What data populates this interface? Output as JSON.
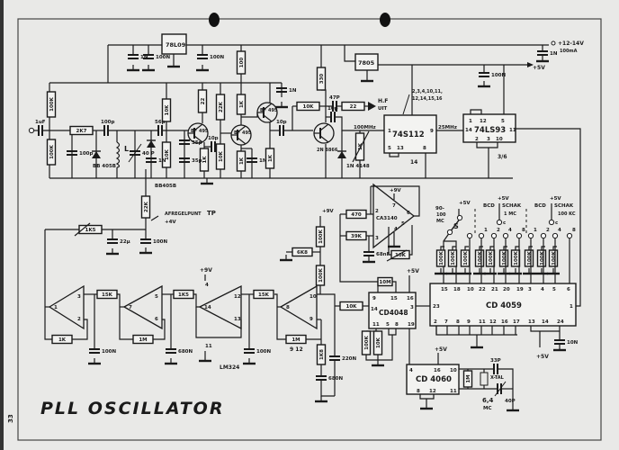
{
  "title": "PLL OSCILLATOR",
  "page_number": "33",
  "regulators": [
    "78L09",
    "7805"
  ],
  "ics": [
    {
      "name": "74S112",
      "pins": [
        "1",
        "9",
        "5",
        "13",
        "8"
      ]
    },
    {
      "name": "74LS93",
      "pins": [
        "1",
        "12",
        "5",
        "14",
        "11",
        "2",
        "3",
        "10"
      ]
    },
    {
      "name": "CD4048",
      "pins": [
        "9",
        "15",
        "16",
        "14",
        "3",
        "11",
        "5",
        "8",
        "19"
      ]
    },
    {
      "name": "CD 4059",
      "pins": [
        "15",
        "18",
        "10",
        "22",
        "21",
        "20",
        "19",
        "3",
        "4",
        "5",
        "6",
        "23",
        "1",
        "2",
        "7",
        "8",
        "9",
        "11",
        "12",
        "16",
        "17",
        "13",
        "14",
        "24"
      ]
    },
    {
      "name": "CD 4060",
      "pins": [
        "4",
        "16",
        "10",
        "8",
        "12",
        "11"
      ]
    }
  ],
  "opamp_ca3140": {
    "name": "CA3140",
    "pins": [
      "2",
      "3",
      "7",
      "4",
      "6",
      "5"
    ]
  },
  "opamp_lm324": {
    "name": "LM324",
    "pins": [
      "3",
      "2",
      "1",
      "5",
      "6",
      "7",
      "12",
      "13",
      "14",
      "10",
      "9",
      "8",
      "4",
      "11"
    ]
  },
  "transistors": [
    "BF 495",
    "BF 495",
    "BF 495",
    "2N 3866"
  ],
  "diodes": [
    "BB 405B",
    "BB405B",
    "1N 4148"
  ],
  "inductor": "L",
  "resistors": [
    "100K",
    "100K",
    "2K7",
    "10K",
    "10K",
    "22",
    "1K",
    "22K",
    "10K",
    "100",
    "1K",
    "1K",
    "1K",
    "10K",
    "330",
    "22",
    "1K",
    "22K",
    "1K5",
    "15K",
    "1K",
    "1K5",
    "1M",
    "15K",
    "1M",
    "100K",
    "6K8",
    "100K",
    "1K8",
    "10K",
    "10M",
    "100K",
    "10K",
    "470",
    "39K",
    "10K",
    "1M",
    "100K",
    "100K",
    "100K",
    "100K",
    "100K",
    "100K",
    "100K",
    "100K",
    "100K",
    "100K"
  ],
  "capacitors": [
    "1N",
    "100N",
    "100N",
    "1uF",
    "100p",
    "100p",
    "1N",
    "56p",
    "35p",
    "35p",
    "10p",
    "1N",
    "1N",
    "10p",
    "47P",
    "10p",
    "100N",
    "1N",
    "100N",
    "22μ",
    "100N",
    "680N",
    "100N",
    "680N",
    "220N",
    "68nF",
    "10N",
    "33P",
    "40P",
    "40 P"
  ],
  "notes": {
    "supply_in": "+12-14V",
    "supply_current": "100mA",
    "rail_5v": "+5V",
    "hf_out_1": "H.F",
    "hf_out_2": "UIT",
    "freq_100": "100MHz",
    "freq_25": "25MHz",
    "pins_nc_1": "2,3,4,10,11,",
    "pins_nc_2": "12,14,15,16",
    "pin_14": "14",
    "ratio": "3/6",
    "adjust": "AFREGELPUNT",
    "tp": "TP",
    "plus4v": "+4V",
    "plus9v_a": "+9V",
    "plus9v_b": "+9V",
    "plus9v_c": "+9V",
    "plus5v_a": "+5V",
    "plus5v_b": "+5V",
    "plus5v_c": "+5V",
    "plus5v_d": "+5V",
    "plus5v_e": "+5V",
    "plus5v_f": "+5V",
    "plus5v_g": "+5V",
    "sw_range_1": "90-",
    "sw_range_2": "100",
    "sw_range_3": "MC",
    "sw_name": "S",
    "bcd_1": "BCD",
    "schak_1": "SCHAK",
    "step_1": "1 MC",
    "bcd_2": "BCD",
    "schak_2": "SCHAK",
    "step_2": "100 KC",
    "c_1": "c",
    "c_2": "c",
    "xtal": "X-TAL",
    "xtal_f1": "6,4",
    "xtal_f2": "MC",
    "pm": "9 12"
  },
  "bit_labels": [
    "1",
    "2",
    "4",
    "8",
    "1",
    "2",
    "4",
    "8"
  ],
  "colors": {
    "ink": "#1a1a1a",
    "paper": "#e9e9e7"
  }
}
